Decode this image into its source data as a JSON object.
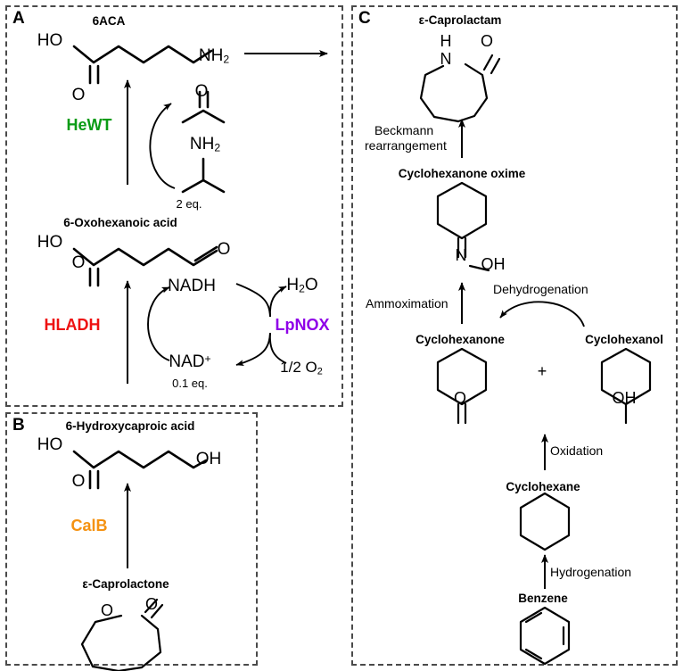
{
  "figure": {
    "type": "biochemical-reaction-scheme",
    "panels": [
      "A",
      "B",
      "C"
    ]
  },
  "colors": {
    "hewt": "#0a9c16",
    "hladh": "#ee1111",
    "lpnox": "#8f00e8",
    "calb": "#f59211",
    "bond": "#000000",
    "panel_border": "#4a4a4a"
  },
  "panel_a": {
    "letter": "A",
    "product_label": "6ACA",
    "product_left_group": "HO",
    "product_right_group_text": "NH",
    "product_right_group_sub": "2",
    "enzyme": "HeWT",
    "cosubstrate_amine_label_text": "NH",
    "cosubstrate_amine_label_sub": "2",
    "cosubstrate_equivalents": "2 eq.",
    "byproduct_oxygen": "O",
    "substrate_label": "6-Oxohexanoic acid",
    "substrate_left_group": "HO",
    "substrate_acid_oxygen": "O",
    "substrate_aldehyde_oxygen": "O",
    "cofactor_reduced": "NADH",
    "cofactor_oxidized_text": "NAD",
    "cofactor_oxidized_sup": "+",
    "cofactor_equivalents": "0.1 eq.",
    "enzyme_regen": "HLADH",
    "enzyme_oxidase": "LpNOX",
    "oxidase_product_text": "H",
    "oxidase_product_sub": "2",
    "oxidase_product_tail": "O",
    "oxidase_substrate_text": "1/2 O",
    "oxidase_substrate_sub": "2"
  },
  "panel_b": {
    "letter": "B",
    "product_label": "6-Hydroxycaproic acid",
    "product_left_group": "HO",
    "product_acid_oxygen": "O",
    "product_right_group": "OH",
    "enzyme": "CalB",
    "substrate_label_prefix": "ε",
    "substrate_label_rest": "-Caprolactone",
    "ring_oxygen": "O",
    "ring_carbonyl_oxygen": "O"
  },
  "panel_c": {
    "letter": "C",
    "product_label_prefix": "ε",
    "product_label_rest": "-Caprolactam",
    "lactam_nh_h": "H",
    "lactam_nh_n": "N",
    "lactam_carbonyl_oxygen": "O",
    "step_beckmann_line1": "Beckmann",
    "step_beckmann_line2": "rearrangement",
    "oxime_label": "Cyclohexanone oxime",
    "oxime_nitrogen": "N",
    "oxime_hydroxyl": "OH",
    "step_ammoximation": "Ammoximation",
    "step_dehydrogenation": "Dehydrogenation",
    "ketone_label": "Cyclohexanone",
    "ketone_oxygen": "O",
    "alcohol_label": "Cyclohexanol",
    "alcohol_hydroxyl": "OH",
    "plus_sign": "+",
    "step_oxidation": "Oxidation",
    "alkane_label": "Cyclohexane",
    "step_hydrogenation": "Hydrogenation",
    "arene_label": "Benzene"
  }
}
